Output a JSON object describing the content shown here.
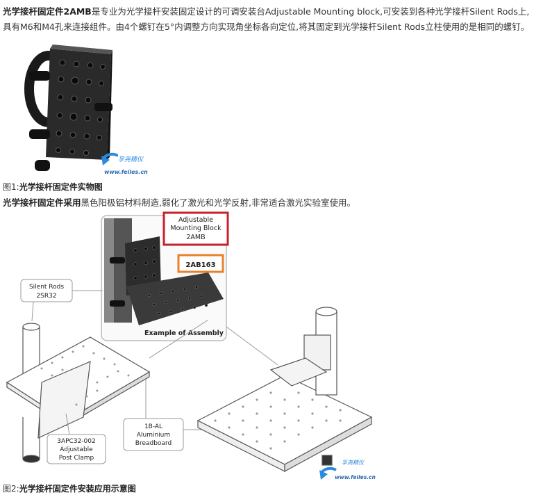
{
  "intro": {
    "product_strong": "光学接杆固定件2AMB",
    "text_a": "是专业为光学接杆安装固定设计的可调安装台Adjustable Mounting block,可安装到各种光学接杆Silent Rods上,",
    "text_b": "具有M6和M4孔来连接组件。由4个螺钉在5°内调整方向实现角坐标各向定位,将其固定到光学接杆Silent Rods立柱使用的是相同的螺钉。"
  },
  "figure1": {
    "caption_prefix": "图1:",
    "caption_strong": "光学接杆固定件实物图",
    "watermark_cn": "孚尧精仪",
    "watermark_url": "www.feiles.cn"
  },
  "material": {
    "strong": "光学接杆固定件采用",
    "text": "黑色阳极铝材料制造,弱化了激光和光学反射,非常适合激光实验室使用。"
  },
  "figure2": {
    "labels": {
      "amb": [
        "Adjustable",
        "Mounting Block",
        "2AMB"
      ],
      "ab163": "2AB163",
      "silent_rods": [
        "Silent Rods",
        "2SR32"
      ],
      "assembly": "Example of Assembly",
      "breadboard": [
        "1B-AL",
        "Aluminium",
        "Breadboard"
      ],
      "clamp": [
        "3APC32-002",
        "Adjustable",
        "Post Clamp"
      ]
    },
    "colors": {
      "amb_box": "#c8202a",
      "ab163_box": "#e8822a"
    },
    "watermark_cn": "孚尧精仪",
    "watermark_url": "www.feiles.cn",
    "caption_prefix": "图2:",
    "caption_strong": "光学接杆固定件安装应用示意图"
  }
}
